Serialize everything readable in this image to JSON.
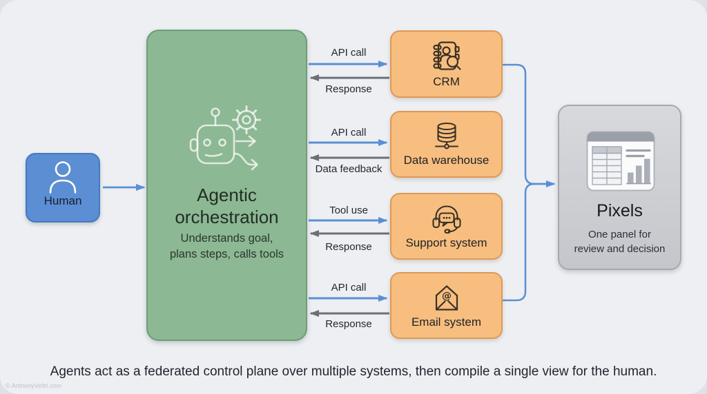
{
  "diagram": {
    "human": {
      "label": "Human",
      "icon": "person-icon"
    },
    "orchestrator": {
      "title": "Agentic orchestration",
      "subtitle_lines": [
        "Understands goal,",
        "plans steps, calls tools"
      ],
      "icon": "robot-gear-icon"
    },
    "systems": [
      {
        "label": "CRM",
        "icon": "contact-book-search-icon",
        "request": "API call",
        "response": "Response"
      },
      {
        "label": "Data warehouse",
        "icon": "database-icon",
        "request": "API call",
        "response": "Data feedback"
      },
      {
        "label": "Support system",
        "icon": "headset-chat-icon",
        "request": "Tool use",
        "response": "Response"
      },
      {
        "label": "Email system",
        "icon": "open-email-icon",
        "request": "API call",
        "response": "Response"
      }
    ],
    "pixels": {
      "title": "Pixels",
      "subtitle_lines": [
        "One panel for",
        "review and decision"
      ],
      "icon": "dashboard-panel-icon"
    }
  },
  "caption": "Agents act as a federated control plane over multiple systems, then compile a single view for the human.",
  "watermark": "© AnthonyVeltri.com",
  "colors": {
    "background": "#EDEFF3",
    "human_fill": "#5C8ED3",
    "human_border": "#4579BE",
    "orchestrator_fill": "#8CB893",
    "orchestrator_border": "#6D9C77",
    "system_fill": "#F7BE7F",
    "system_border": "#DE9857",
    "pixels_fill": "#CDCFD4",
    "pixels_border": "#A6A9AE",
    "arrow_blue": "#5A8FD4",
    "arrow_gray": "#6B7077"
  }
}
